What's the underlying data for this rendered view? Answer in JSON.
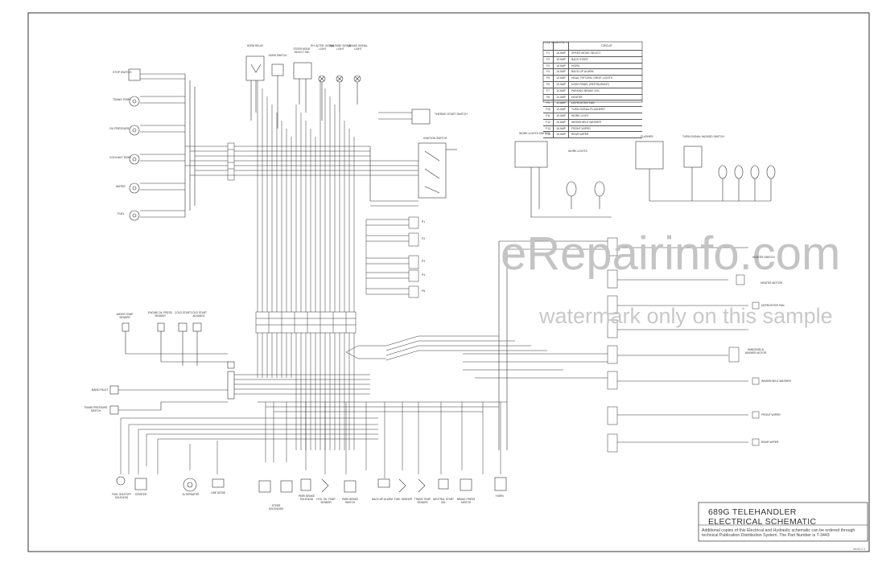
{
  "watermark": {
    "brand": "eRepairinfo.com",
    "sample_note": "watermark only on this sample"
  },
  "title_block": {
    "line1": "689G TELEHANDLER",
    "line2": "ELECTRICAL SCHEMATIC",
    "note": "Additional copies of this Electrical and Hydraulic schematic can be ordered through technical Publication Distribution System. The Part Number is T-3443"
  },
  "drawing_number": "4440-C1",
  "fuse_table": {
    "headers": [
      "FUSE NO.",
      "AMPERE RATING",
      "CIRCUIT"
    ],
    "rows": [
      [
        "F1",
        "15 AMP",
        "SPEED MODE SELECT"
      ],
      [
        "F2",
        "15 AMP",
        "BACK START"
      ],
      [
        "F3",
        "15 AMP",
        "HORN"
      ],
      [
        "F4",
        "15 AMP",
        "BACK-UP ALARM"
      ],
      [
        "F5",
        "10 AMP",
        "HEAD, RETURN, DRIVE LIGHTS"
      ],
      [
        "F6",
        "15 AMP",
        "DASH PANEL (RESTAURANT)"
      ],
      [
        "F7",
        "10 AMP",
        "PARKING BRAKE SOL."
      ],
      [
        "F8",
        "10 AMP",
        "HEATER"
      ],
      [
        "F9",
        "10 AMP",
        "DEFROSTER FAN"
      ],
      [
        "F10",
        "10 AMP",
        "TURN SIGNAL/FLASHERS"
      ],
      [
        "F11",
        "15 AMP",
        "WORK LIGHT"
      ],
      [
        "F12",
        "15 AMP",
        "WINDSHIELD WASHER"
      ],
      [
        "F13",
        "15 AMP",
        "FRONT WIPER"
      ],
      [
        "F14",
        "15 AMP",
        "REAR WIPER"
      ]
    ]
  },
  "left_components": [
    {
      "label": "STOP SWITCH"
    },
    {
      "label": "TRANS TEMP"
    },
    {
      "label": "OIL PRESSURE"
    },
    {
      "label": "COOLANT TEMP"
    },
    {
      "label": "WATER"
    },
    {
      "label": "FUEL"
    }
  ],
  "top_components": [
    {
      "label": "HORN RELAY"
    },
    {
      "label": "HORN SWITCH"
    },
    {
      "label": "STEER MODE SELECT SW."
    },
    {
      "label": "RH. ALTER. SIGNAL LIGHT"
    },
    {
      "label": "TAN PARK SIGNAL LIGHT"
    },
    {
      "label": "BRAKE SIGNAL LIGHT"
    }
  ],
  "switch_labels": {
    "thermo_start": "THERMO START SWITCH",
    "ignition": "IGNITION SWITCH",
    "work_lights_switch": "WORK LIGHTS SWITCH",
    "work_lights": "WORK LIGHTS",
    "flasher": "FLASHER",
    "turn_signal": "TURN SIGNAL HAZARD SWITCH"
  },
  "mid_left_components": [
    {
      "label": "WATER TEMP SENDER"
    },
    {
      "label": "ENGINE OIL PRESS SENDER"
    },
    {
      "label": "COLD START"
    },
    {
      "label": "COLD START ADVANCE"
    },
    {
      "label": "BAND FAULT"
    },
    {
      "label": "TRANS PRESSURE SWITCH"
    }
  ],
  "bottom_components": [
    {
      "label": "FUEL SHUTOFF SOLENOID"
    },
    {
      "label": "STARTER"
    },
    {
      "label": "ALTERNATOR"
    },
    {
      "label": "LINE DIODE"
    },
    {
      "label": "STEER SOLENOIDS"
    },
    {
      "label": "PARK BRAKE SOLENOID"
    },
    {
      "label": "HYD. OIL TEMP SENDER"
    },
    {
      "label": "PARK BRAKE SWITCH"
    },
    {
      "label": "BACK-UP ALARM"
    },
    {
      "label": "FUEL SENDER"
    },
    {
      "label": "TRANS TEMP SENDER"
    },
    {
      "label": "NEUTRAL START SW."
    },
    {
      "label": "BRAKE PRESS SWITCH"
    },
    {
      "label": "HORN"
    }
  ],
  "right_components": [
    {
      "label": "HEATER SWITCH"
    },
    {
      "label": "HEATER MOTOR"
    },
    {
      "label": "DEFROSTER FAN"
    },
    {
      "label": "WINDSHIELD WASHER MOTOR"
    },
    {
      "label": "WINDSHIELD WASHER"
    },
    {
      "label": "FRONT WIPER"
    },
    {
      "label": "REAR WIPER"
    }
  ],
  "connector_labels": [
    "P1",
    "P2",
    "P3",
    "P4",
    "P5"
  ]
}
